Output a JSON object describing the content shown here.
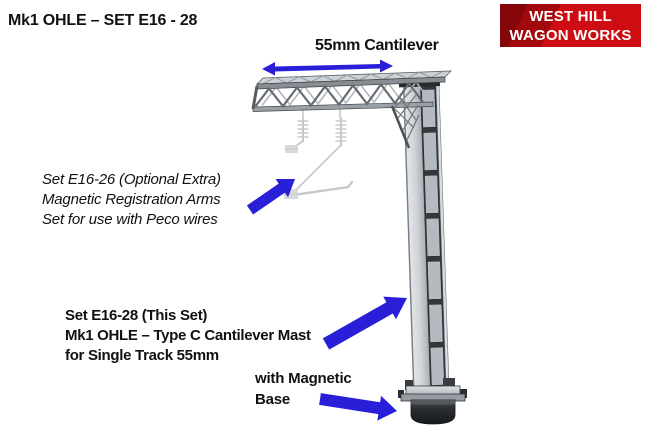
{
  "page_title": "Mk1 OHLE – SET E16 - 28",
  "brand_badge": {
    "line1": "WEST HILL",
    "line2": "WAGON WORKS"
  },
  "annotations": {
    "cantilever_label": "55mm Cantilever",
    "optional_set": {
      "line1": "Set E16-26 (Optional Extra)",
      "line2": "Magnetic Registration Arms",
      "line3": "Set for use with Peco wires"
    },
    "this_set": {
      "line1": "Set E16-28 (This Set)",
      "line2": "Mk1 OHLE – Type C Cantilever Mast",
      "line3": "for Single Track 55mm"
    },
    "base_label": {
      "line1": "with Magnetic",
      "line2": "Base"
    }
  },
  "icons": {
    "double_arrow": "double-headed-span-arrow",
    "pointer_arrows": "blue-pointer-arrow"
  },
  "colors": {
    "arrow_blue": "#2a1fd8",
    "badge_red": "#cd0d11",
    "badge_text": "#ffffff",
    "text_black": "#111111"
  }
}
